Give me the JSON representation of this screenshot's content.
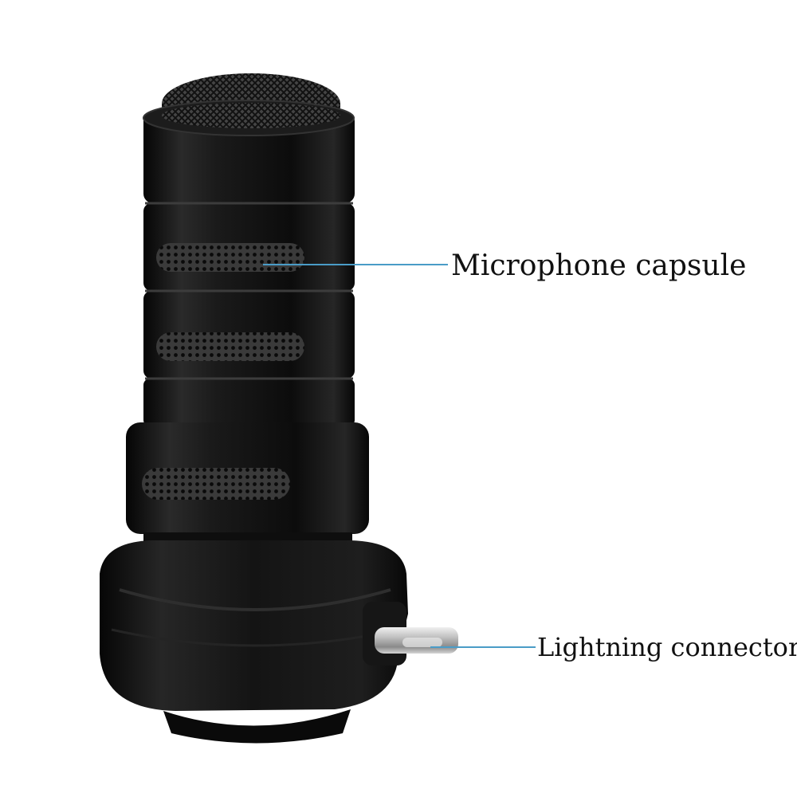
{
  "image": {
    "description_icon": "usb-microphone-photo",
    "background_color": "#ffffff",
    "body_color": "#141414",
    "leader_line_color": "#4a9cc7"
  },
  "callouts": {
    "capsule_label": "Microphone capsule",
    "lightning_label": "Lightning connector"
  }
}
